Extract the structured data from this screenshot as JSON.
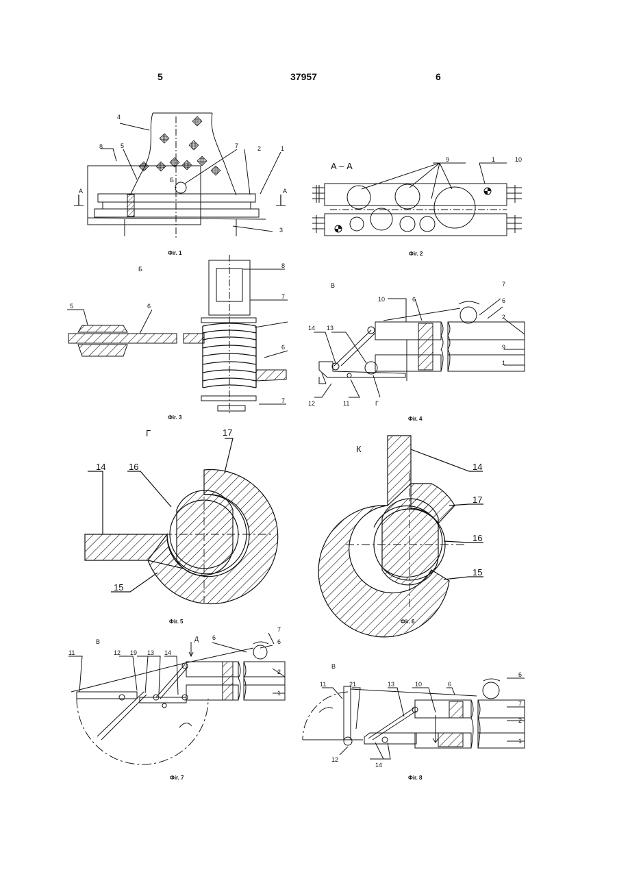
{
  "header": {
    "left_page": "5",
    "patent_number": "37957",
    "right_page": "6"
  },
  "fig1": {
    "caption": "Фіг. 1",
    "nums": [
      "4",
      "8",
      "5",
      "7",
      "2",
      "1",
      "3"
    ],
    "section": "А",
    "view": "Б"
  },
  "fig2": {
    "caption": "Фіг. 2",
    "title": "А – А",
    "nums": [
      "9",
      "1",
      "10"
    ]
  },
  "fig3": {
    "caption": "Фіг. 3",
    "view": "Б",
    "nums": [
      "5",
      "6",
      "8",
      "7",
      "6",
      "7"
    ]
  },
  "fig4": {
    "caption": "Фіг. 4",
    "view": "В",
    "nums": [
      "10",
      "6",
      "7",
      "6",
      "2",
      "9",
      "1",
      "14",
      "13",
      "12",
      "11",
      "Г"
    ]
  },
  "fig5": {
    "caption": "Фіг. 5",
    "view": "Г",
    "nums": [
      "17",
      "14",
      "16",
      "15"
    ]
  },
  "fig6": {
    "caption": "Фіг. 6",
    "view": "К",
    "nums": [
      "14",
      "17",
      "16",
      "15"
    ]
  },
  "fig7": {
    "caption": "Фіг. 7",
    "view": "В",
    "arrow": "Д",
    "nums": [
      "11",
      "12",
      "19",
      "13",
      "14",
      "6",
      "7",
      "6",
      "2",
      "1"
    ]
  },
  "fig8": {
    "caption": "Фіг. 8",
    "view": "В",
    "nums": [
      "11",
      "21",
      "13",
      "10",
      "6",
      "6",
      "7",
      "2",
      "1",
      "12",
      "14"
    ]
  }
}
